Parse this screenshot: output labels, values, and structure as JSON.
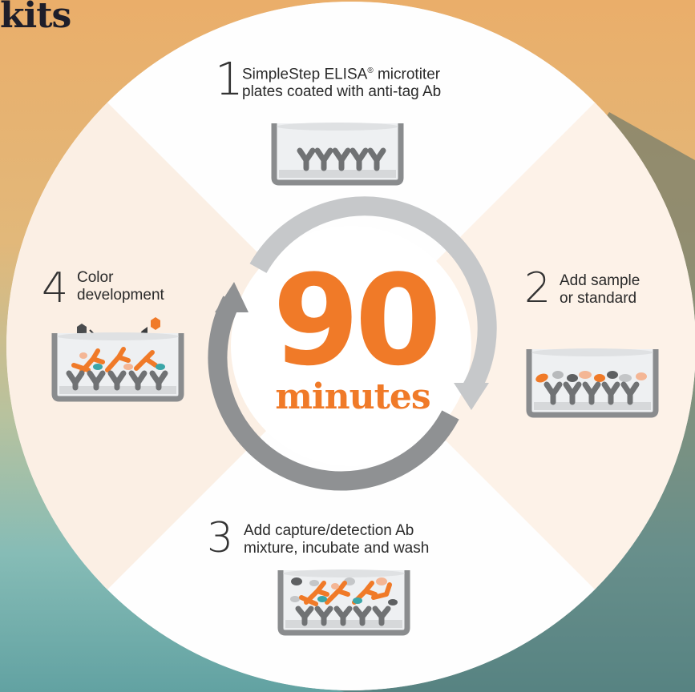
{
  "page": {
    "title": "kits"
  },
  "center": {
    "number": "90",
    "unit": "minutes"
  },
  "steps": [
    {
      "number": "1",
      "line1": "SimpleStep ELISA",
      "line1_sup": "®",
      "line1_rest": " microtiter",
      "line2": "plates coated with anti-tag Ab",
      "icon": "microtiter-well-coated-icon"
    },
    {
      "number": "2",
      "line1": "Add sample",
      "line2": "or standard",
      "icon": "microtiter-well-sample-icon"
    },
    {
      "number": "3",
      "line1": "Add capture/detection Ab",
      "line2": "mixture, incubate and wash",
      "icon": "microtiter-well-capture-icon"
    },
    {
      "number": "4",
      "line1": "Color",
      "line2": "development",
      "icon": "microtiter-well-color-icon"
    }
  ],
  "colors": {
    "accent": "#f07a28",
    "ring_light": "#c4c6c8",
    "ring_dark": "#8e9092",
    "antibody": "#6f7173",
    "teal": "#3aa6a8",
    "peach": "#f4b695",
    "background_top": "#eaaf6a",
    "background_bottom": "#6aa6a6"
  }
}
